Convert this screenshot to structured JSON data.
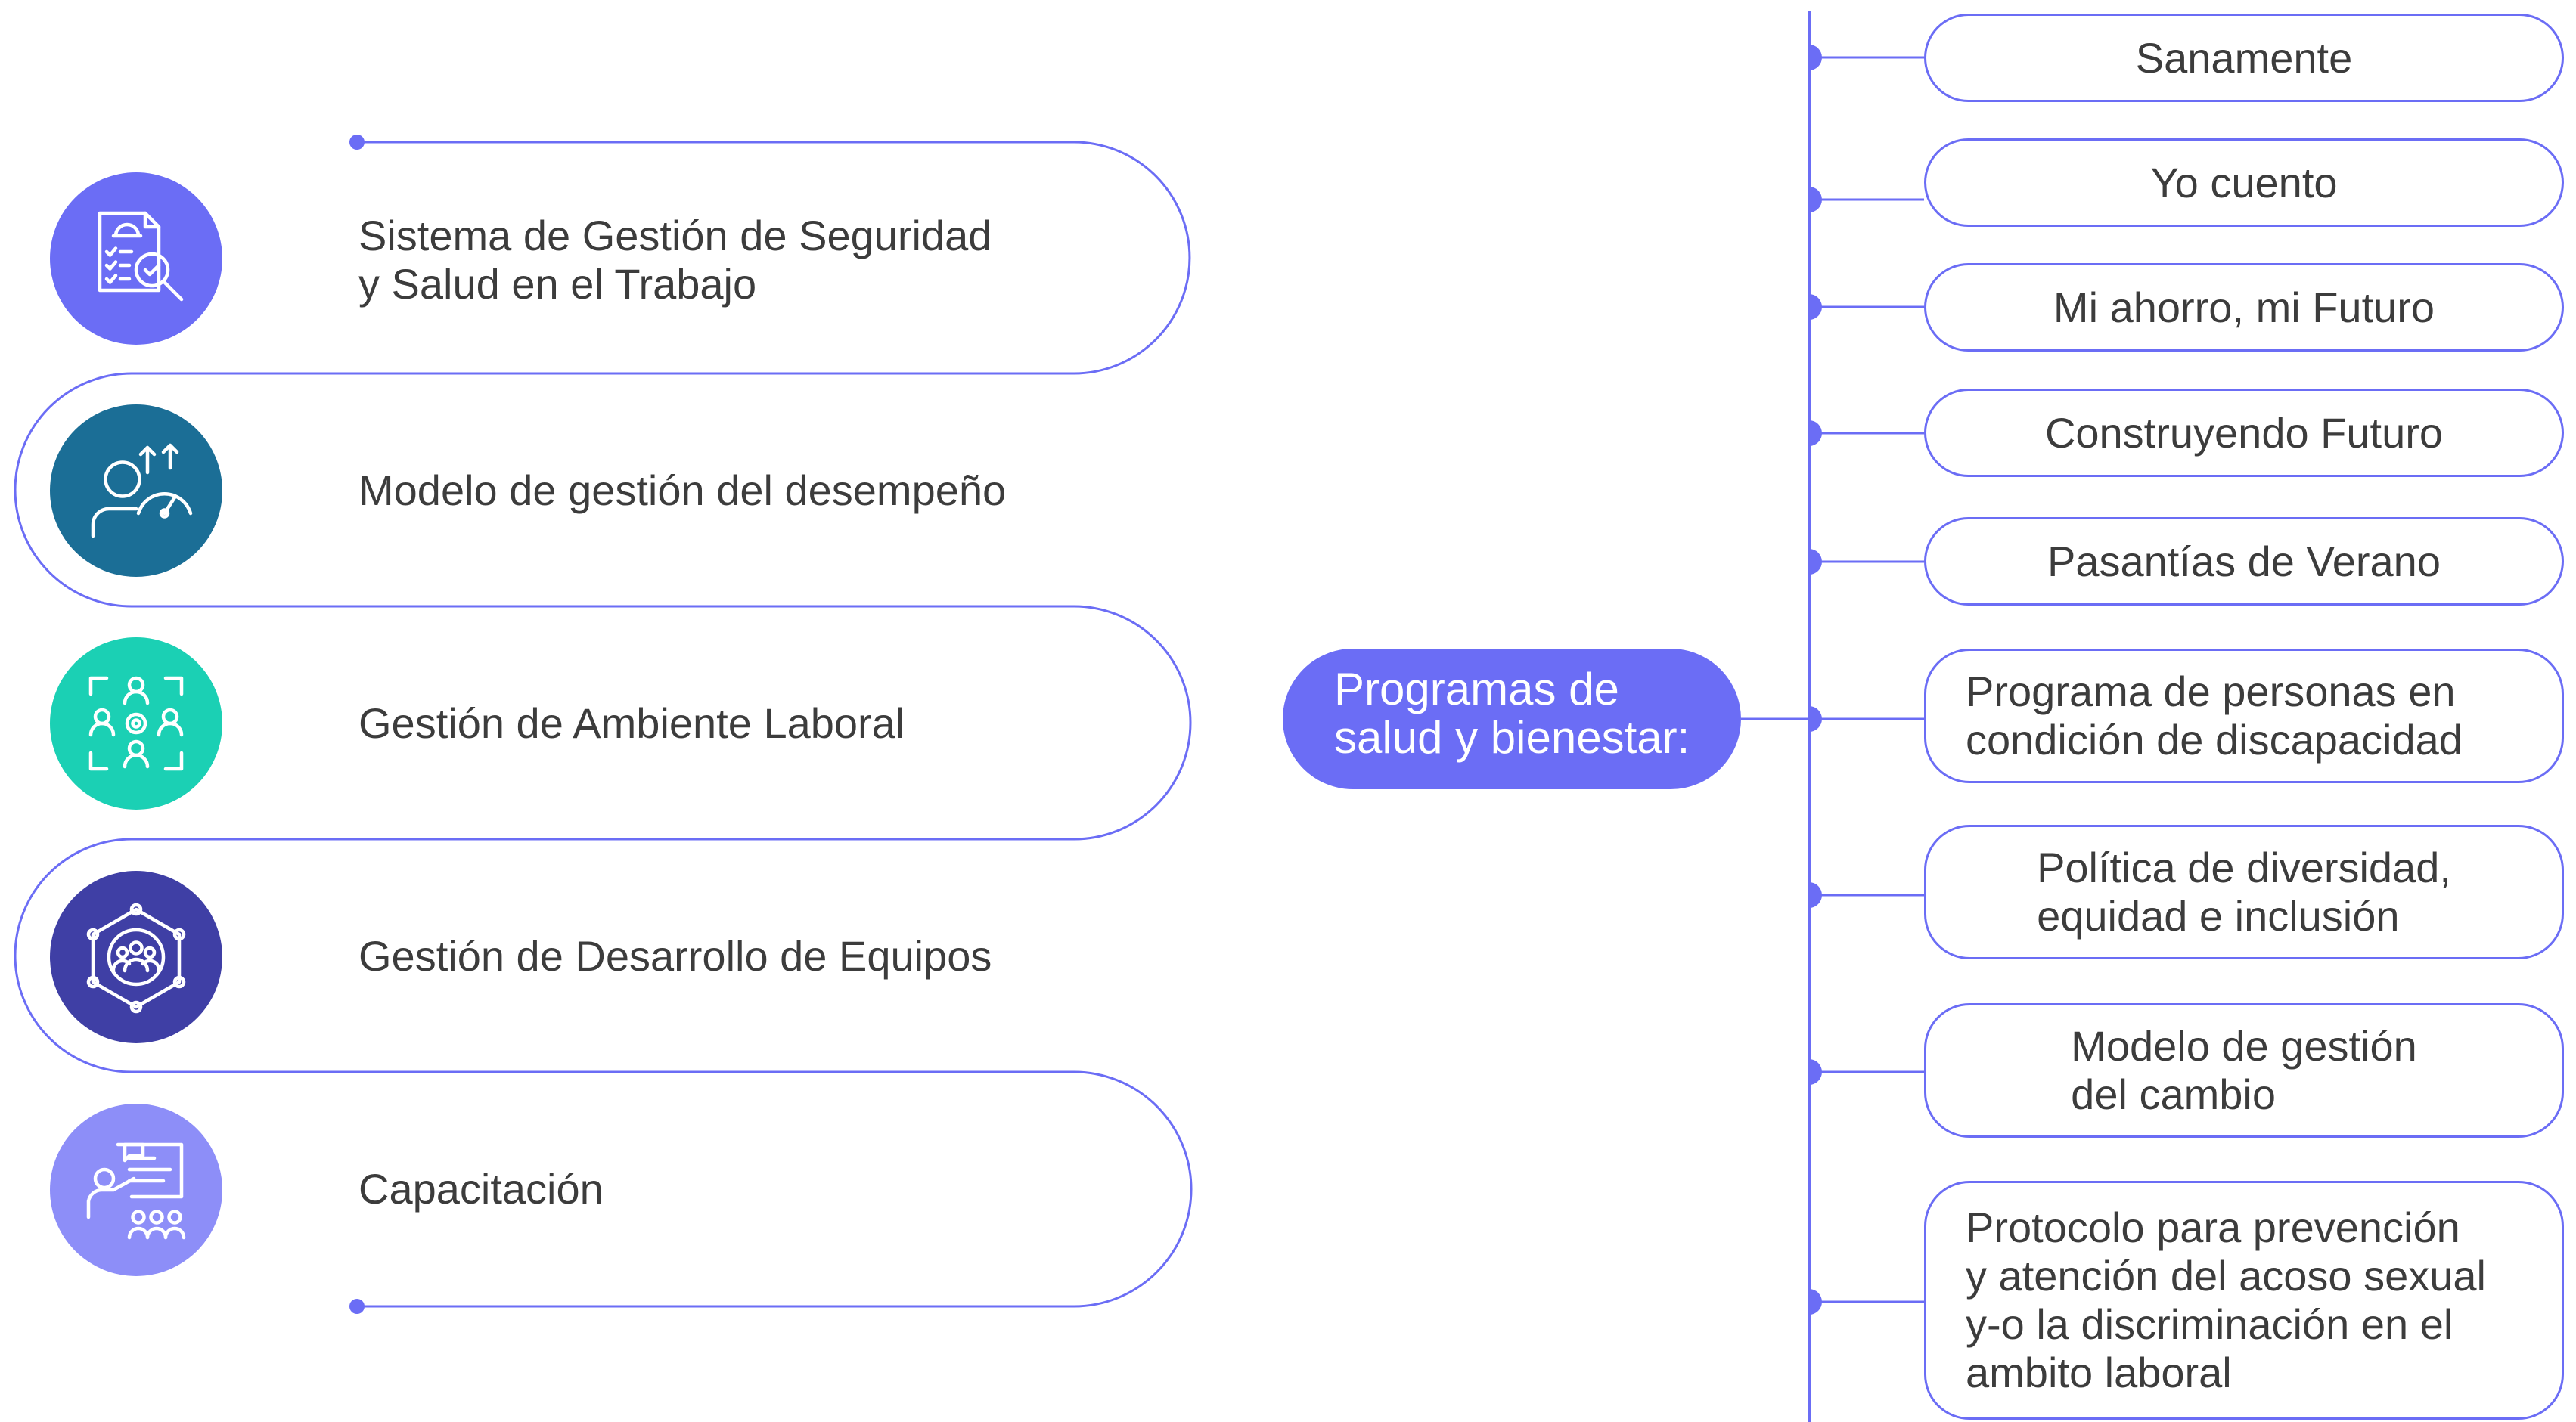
{
  "colors": {
    "accent": "#6b6df5",
    "icon_1": "#6b6df5",
    "icon_2": "#1b6e96",
    "icon_3": "#1bd0b4",
    "icon_4": "#3f3fa5",
    "icon_5": "#8d8ef8"
  },
  "left_items": [
    {
      "label": "Sistema de Gestión de Seguridad\ny Salud en el Trabajo",
      "icon": "safety-document-inspection-icon"
    },
    {
      "label": "Modelo de gestión del desempeño",
      "icon": "performance-gauge-person-icon"
    },
    {
      "label": "Gestión de Ambiente Laboral",
      "icon": "team-gear-environment-icon"
    },
    {
      "label": "Gestión de Desarrollo de Equipos",
      "icon": "team-network-development-icon"
    },
    {
      "label": "Capacitación",
      "icon": "trainer-presentation-icon"
    }
  ],
  "center": {
    "label": "Programas de\nsalud y bienestar:"
  },
  "programs": [
    {
      "label": "Sanamente"
    },
    {
      "label": "Yo cuento"
    },
    {
      "label": "Mi ahorro, mi Futuro"
    },
    {
      "label": "Construyendo Futuro"
    },
    {
      "label": "Pasantías de Verano"
    },
    {
      "label": "Programa de personas en\ncondición de discapacidad"
    },
    {
      "label": "Política de diversidad,\nequidad e inclusión"
    },
    {
      "label": "Modelo de gestión\ndel cambio"
    },
    {
      "label": "Protocolo para prevención\ny atención del acoso sexual\ny-o la discriminación en el\nambito laboral"
    }
  ]
}
